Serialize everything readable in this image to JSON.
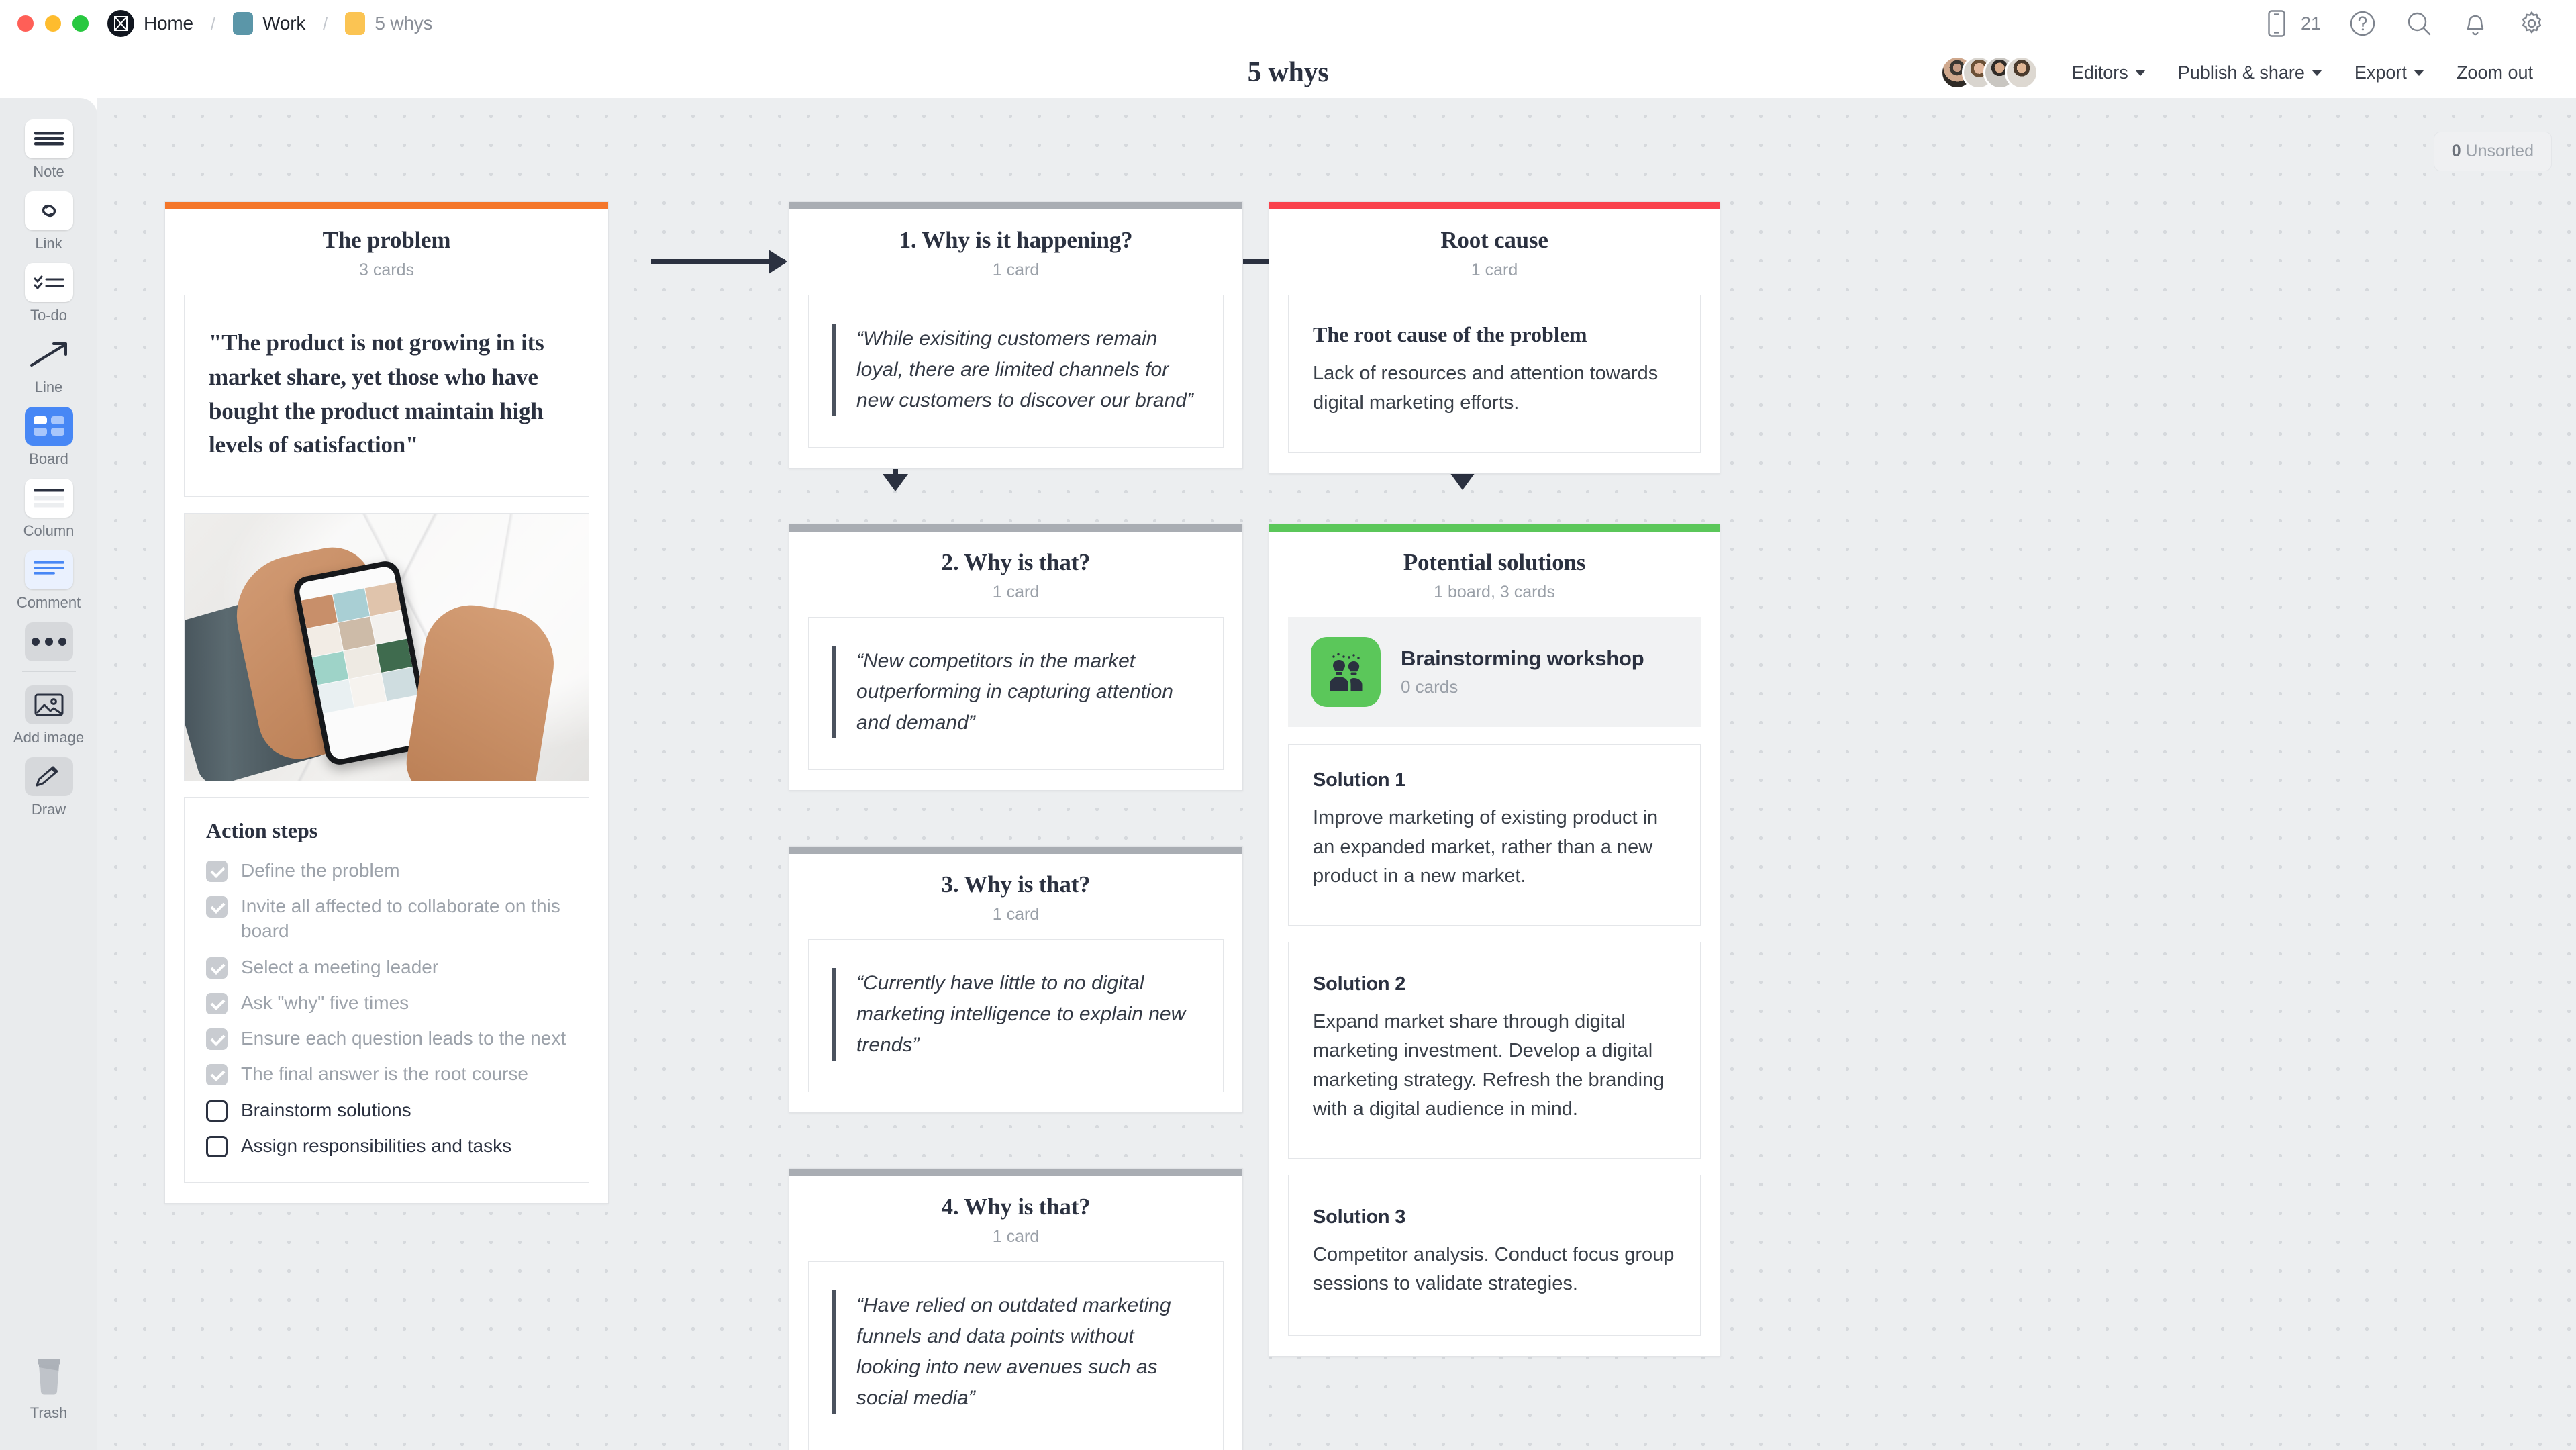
{
  "topbar": {
    "breadcrumb": [
      {
        "label": "Home",
        "tile_color": "#11161f",
        "muted": false
      },
      {
        "label": "Work",
        "tile_color": "#5b96a8",
        "muted": false
      },
      {
        "label": "5 whys",
        "tile_color": "#fbc453",
        "muted": true
      }
    ],
    "separator": "/",
    "mobile_count": "21",
    "icons": [
      "mobile-icon",
      "help-icon",
      "search-icon",
      "bell-icon",
      "gear-icon"
    ]
  },
  "titlebar": {
    "title": "5 whys",
    "menus": [
      {
        "label": "Editors",
        "has_chevron": true
      },
      {
        "label": "Publish & share",
        "has_chevron": true
      },
      {
        "label": "Export",
        "has_chevron": true
      },
      {
        "label": "Zoom out",
        "has_chevron": false
      }
    ]
  },
  "sidebar": {
    "tools": [
      {
        "label": "Note",
        "icon": "note-icon",
        "state": "default"
      },
      {
        "label": "Link",
        "icon": "link-icon",
        "state": "default"
      },
      {
        "label": "To-do",
        "icon": "todo-icon",
        "state": "default"
      },
      {
        "label": "Line",
        "icon": "line-arrow-icon",
        "state": "flat"
      },
      {
        "label": "Board",
        "icon": "board-icon",
        "state": "active"
      },
      {
        "label": "Column",
        "icon": "column-icon",
        "state": "default"
      },
      {
        "label": "Comment",
        "icon": "comment-icon",
        "state": "default"
      },
      {
        "label": "",
        "icon": "more-dots-icon",
        "state": "grey"
      },
      {
        "label": "Add image",
        "icon": "add-image-icon",
        "state": "grey"
      },
      {
        "label": "Draw",
        "icon": "draw-pencil-icon",
        "state": "grey"
      }
    ],
    "trash": {
      "label": "Trash",
      "icon": "trash-icon"
    },
    "accent_color": "#4787f5"
  },
  "canvas": {
    "unsorted_count": "0",
    "unsorted_label": "Unsorted",
    "columns": [
      {
        "id": "problem",
        "title": "The problem",
        "subtitle": "3 cards",
        "accent": "#f4762a",
        "cards": [
          {
            "type": "quote-big",
            "text": "\"The product is not growing in its market share, yet those who have bought the product maintain high levels of satisfaction\""
          },
          {
            "type": "image",
            "alt": "hands-holding-phone-instagram-photo"
          },
          {
            "type": "checklist",
            "title": "Action steps",
            "items": [
              {
                "label": "Define the problem",
                "checked": true
              },
              {
                "label": "Invite all affected to collaborate on this board",
                "checked": true
              },
              {
                "label": "Select a meeting leader",
                "checked": true
              },
              {
                "label": "Ask \"why\" five times",
                "checked": true
              },
              {
                "label": "Ensure each question leads to the next",
                "checked": true
              },
              {
                "label": "The final answer is the root course",
                "checked": true
              },
              {
                "label": "Brainstorm solutions",
                "checked": false
              },
              {
                "label": "Assign responsibilities and tasks",
                "checked": false
              }
            ]
          }
        ]
      },
      {
        "id": "why1",
        "title": "1. Why is it happening?",
        "subtitle": "1 card",
        "accent": "#a9adb3",
        "quote": "“While exisiting customers remain loyal, there are limited channels for new customers to discover our brand”"
      },
      {
        "id": "why2",
        "title": "2. Why is that?",
        "subtitle": "1 card",
        "accent": "#a9adb3",
        "quote": "“New competitors in the market outperforming in capturing attention and demand”"
      },
      {
        "id": "why3",
        "title": "3. Why is that?",
        "subtitle": "1 card",
        "accent": "#a9adb3",
        "quote": "“Currently have little to no digital marketing intelligence to explain new trends”"
      },
      {
        "id": "why4",
        "title": "4. Why is that?",
        "subtitle": "1 card",
        "accent": "#a9adb3",
        "quote": "“Have relied on outdated marketing funnels and data points without looking into new avenues such as social media”"
      },
      {
        "id": "rootcause",
        "title": "Root cause",
        "subtitle": "1 card",
        "accent": "#f9414c",
        "card": {
          "title": "The root cause of the problem",
          "text": "Lack of resources and attention towards digital marketing efforts."
        }
      },
      {
        "id": "solutions",
        "title": "Potential solutions",
        "subtitle": "1 board, 3 cards",
        "accent": "#5bc75a",
        "subboard": {
          "name": "Brainstorming workshop",
          "cards": "0 cards",
          "icon": "brainstorm-people-icon",
          "color": "#5bc75a"
        },
        "cards": [
          {
            "title": "Solution 1",
            "text": "Improve marketing of existing product in an expanded market, rather than a new product in a new market."
          },
          {
            "title": "Solution 2",
            "text": "Expand market share through digital marketing investment. Develop a digital marketing strategy. Refresh the branding with a digital audience in mind."
          },
          {
            "title": "Solution 3",
            "text": "Competitor analysis. Conduct focus group sessions to validate strategies."
          }
        ]
      }
    ]
  }
}
